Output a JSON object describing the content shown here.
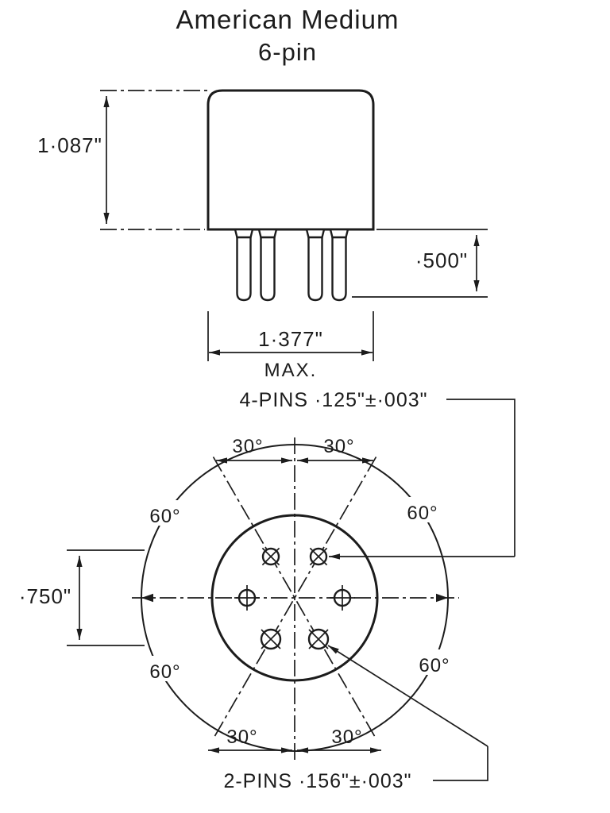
{
  "title": {
    "line1": "American Medium",
    "line2": "6-pin"
  },
  "side_view": {
    "body_height": "1·087\"",
    "pin_length": "·500\"",
    "body_width": "1·377\"",
    "body_width_qualifier": "MAX."
  },
  "bottom_view": {
    "small_pins_note": "4-PINS ·125\"±·003\"",
    "large_pins_note": "2-PINS ·156\"±·003\"",
    "pin_circle_diameter": "·750\"",
    "angle_30": "30°",
    "angle_60": "60°"
  },
  "colors": {
    "ink": "#1c1c1c",
    "paper": "#ffffff"
  }
}
